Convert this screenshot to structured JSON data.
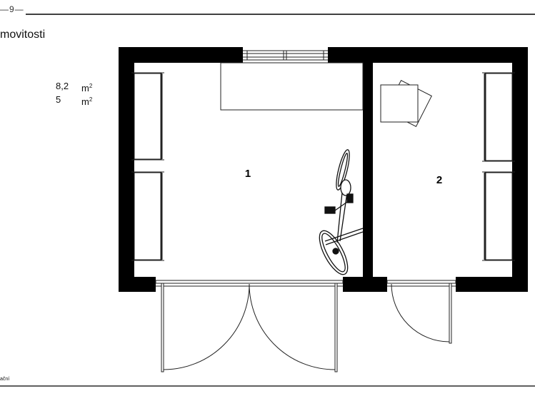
{
  "header": {
    "title": "movitosti",
    "corner_fragment": "—9—"
  },
  "legend": {
    "rows": [
      {
        "value": "8,2",
        "unit": "m",
        "exp": "2"
      },
      {
        "value": "5",
        "unit": "m",
        "exp": "2"
      }
    ]
  },
  "plan": {
    "rooms": [
      {
        "label": "1"
      },
      {
        "label": "2"
      }
    ],
    "wall_color": "#000000",
    "line_color": "#222222"
  },
  "footer": {
    "text": "ační"
  }
}
